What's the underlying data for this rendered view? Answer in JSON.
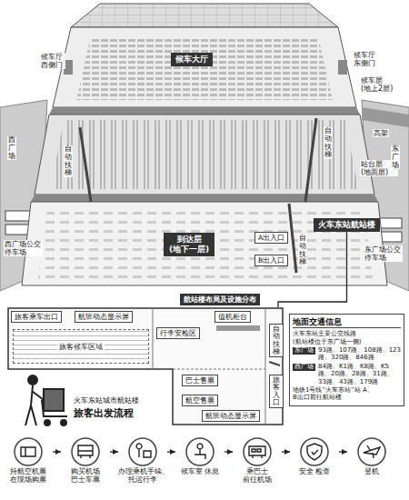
{
  "diagram": {
    "nodes": [
      {
        "text": [
          "候车大厅"
        ]
      },
      {
        "text": [
          "到达层 (地下一层)"
        ]
      },
      {
        "text": [
          "A出入口"
        ]
      },
      {
        "text": [
          "B出入口"
        ]
      },
      {
        "text": [
          "火车东站航站楼"
        ]
      },
      {
        "text": [
          "航站楼布局及设施分布"
        ]
      },
      {
        "text": [
          "旅客乘车出口"
        ],
        "in": 5
      },
      {
        "text": [
          "航班动态显示屏"
        ],
        "in": 5
      },
      {
        "text": [
          "旅客候车区域"
        ],
        "in": 5
      },
      {
        "text": [
          "行李安检区"
        ],
        "in": 5
      },
      {
        "text": [
          "值机柜台"
        ],
        "in": 5
      },
      {
        "text": [
          "自动扶梯"
        ],
        "in": 5
      },
      {
        "text": [
          "巴士售票"
        ],
        "in": 5
      },
      {
        "text": [
          "航空售票"
        ],
        "in": 5
      },
      {
        "text": [
          "旅客入口"
        ],
        "in": 5
      },
      {
        "text": [
          "航班动态显示屏"
        ],
        "in": 5
      },
      {
        "text": [
          "地面交通信息",
          "火车东站主要公交线路 (航站楼位于东广场一侧)",
          "东广场",
          "93路、107路、108路、123路、320路、846路",
          "西广场",
          "84路、K1路、K8路、K5路、20路、28路、31路、33路、43路、179路",
          "地铁1号线“火车东站”站 A、B出口前往航站楼"
        ]
      },
      {
        "text": [
          "持航空机票 在现场购票"
        ]
      },
      {
        "text": [
          "购买机场 巴士车票"
        ]
      },
      {
        "text": [
          "办理乘机手续、 托运行李"
        ]
      },
      {
        "text": [
          "候车室 休息"
        ]
      },
      {
        "text": [
          "乘巴士 前往机场"
        ]
      },
      {
        "text": [
          "安全 检查"
        ]
      },
      {
        "text": [
          "登机"
        ]
      }
    ],
    "edges": [
      {
        "from": 4,
        "to": 5,
        "arrow": "none"
      },
      {
        "from": 17,
        "to": 18,
        "arrow": "to"
      },
      {
        "from": 18,
        "to": 19,
        "arrow": "to"
      },
      {
        "from": 19,
        "to": 20,
        "arrow": "to"
      },
      {
        "from": 20,
        "to": 21,
        "arrow": "to"
      },
      {
        "from": 21,
        "to": 22,
        "arrow": "to"
      },
      {
        "from": 22,
        "to": 23,
        "arrow": "to"
      }
    ],
    "labels": [
      "候车厅西侧门",
      "候车厅东侧门",
      "候车层 (地上2层)",
      "高架",
      "站台层 (地面层)",
      "西广场",
      "东广场",
      "自动扶梯",
      "自动扶梯",
      "自动扶梯",
      "西广场公交停车场",
      "东广场公交停车场",
      "火车东站城市航站楼",
      "旅客出发流程"
    ]
  }
}
